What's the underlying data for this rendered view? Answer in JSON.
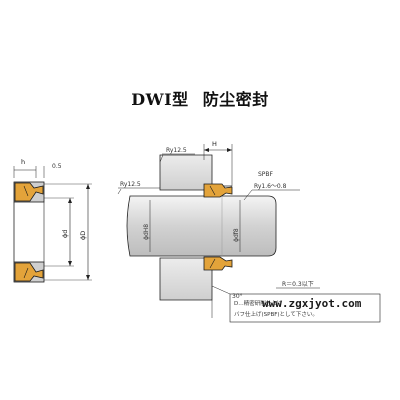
{
  "title": {
    "model": "DWI型",
    "name": "防尘密封"
  },
  "labels": {
    "h": "h",
    "h_value": "0.5",
    "d_small": "ϕd",
    "d_large": "ϕD",
    "ry_top": "Ry12.5",
    "ry_left": "Ry12.5",
    "H": "H",
    "spbf": "SPBF",
    "spbf_ry": "Ry1.6～0.8",
    "dh8": "ϕdH8",
    "df8": "ϕdf8",
    "angle": "30°",
    "radius": "R＝0.3以下"
  },
  "note": {
    "line1": "D…精密研削仕上げ",
    "line2": "バフ仕上げ(SPBF)として下さい。"
  },
  "watermark": "www.zgxjyot.com",
  "colors": {
    "line": "#222222",
    "seal_fill": "#e3a33a",
    "seal_outline": "#1a1a1a",
    "housing_fill": "#e4e4e4",
    "rod_fill": "#dadada"
  }
}
